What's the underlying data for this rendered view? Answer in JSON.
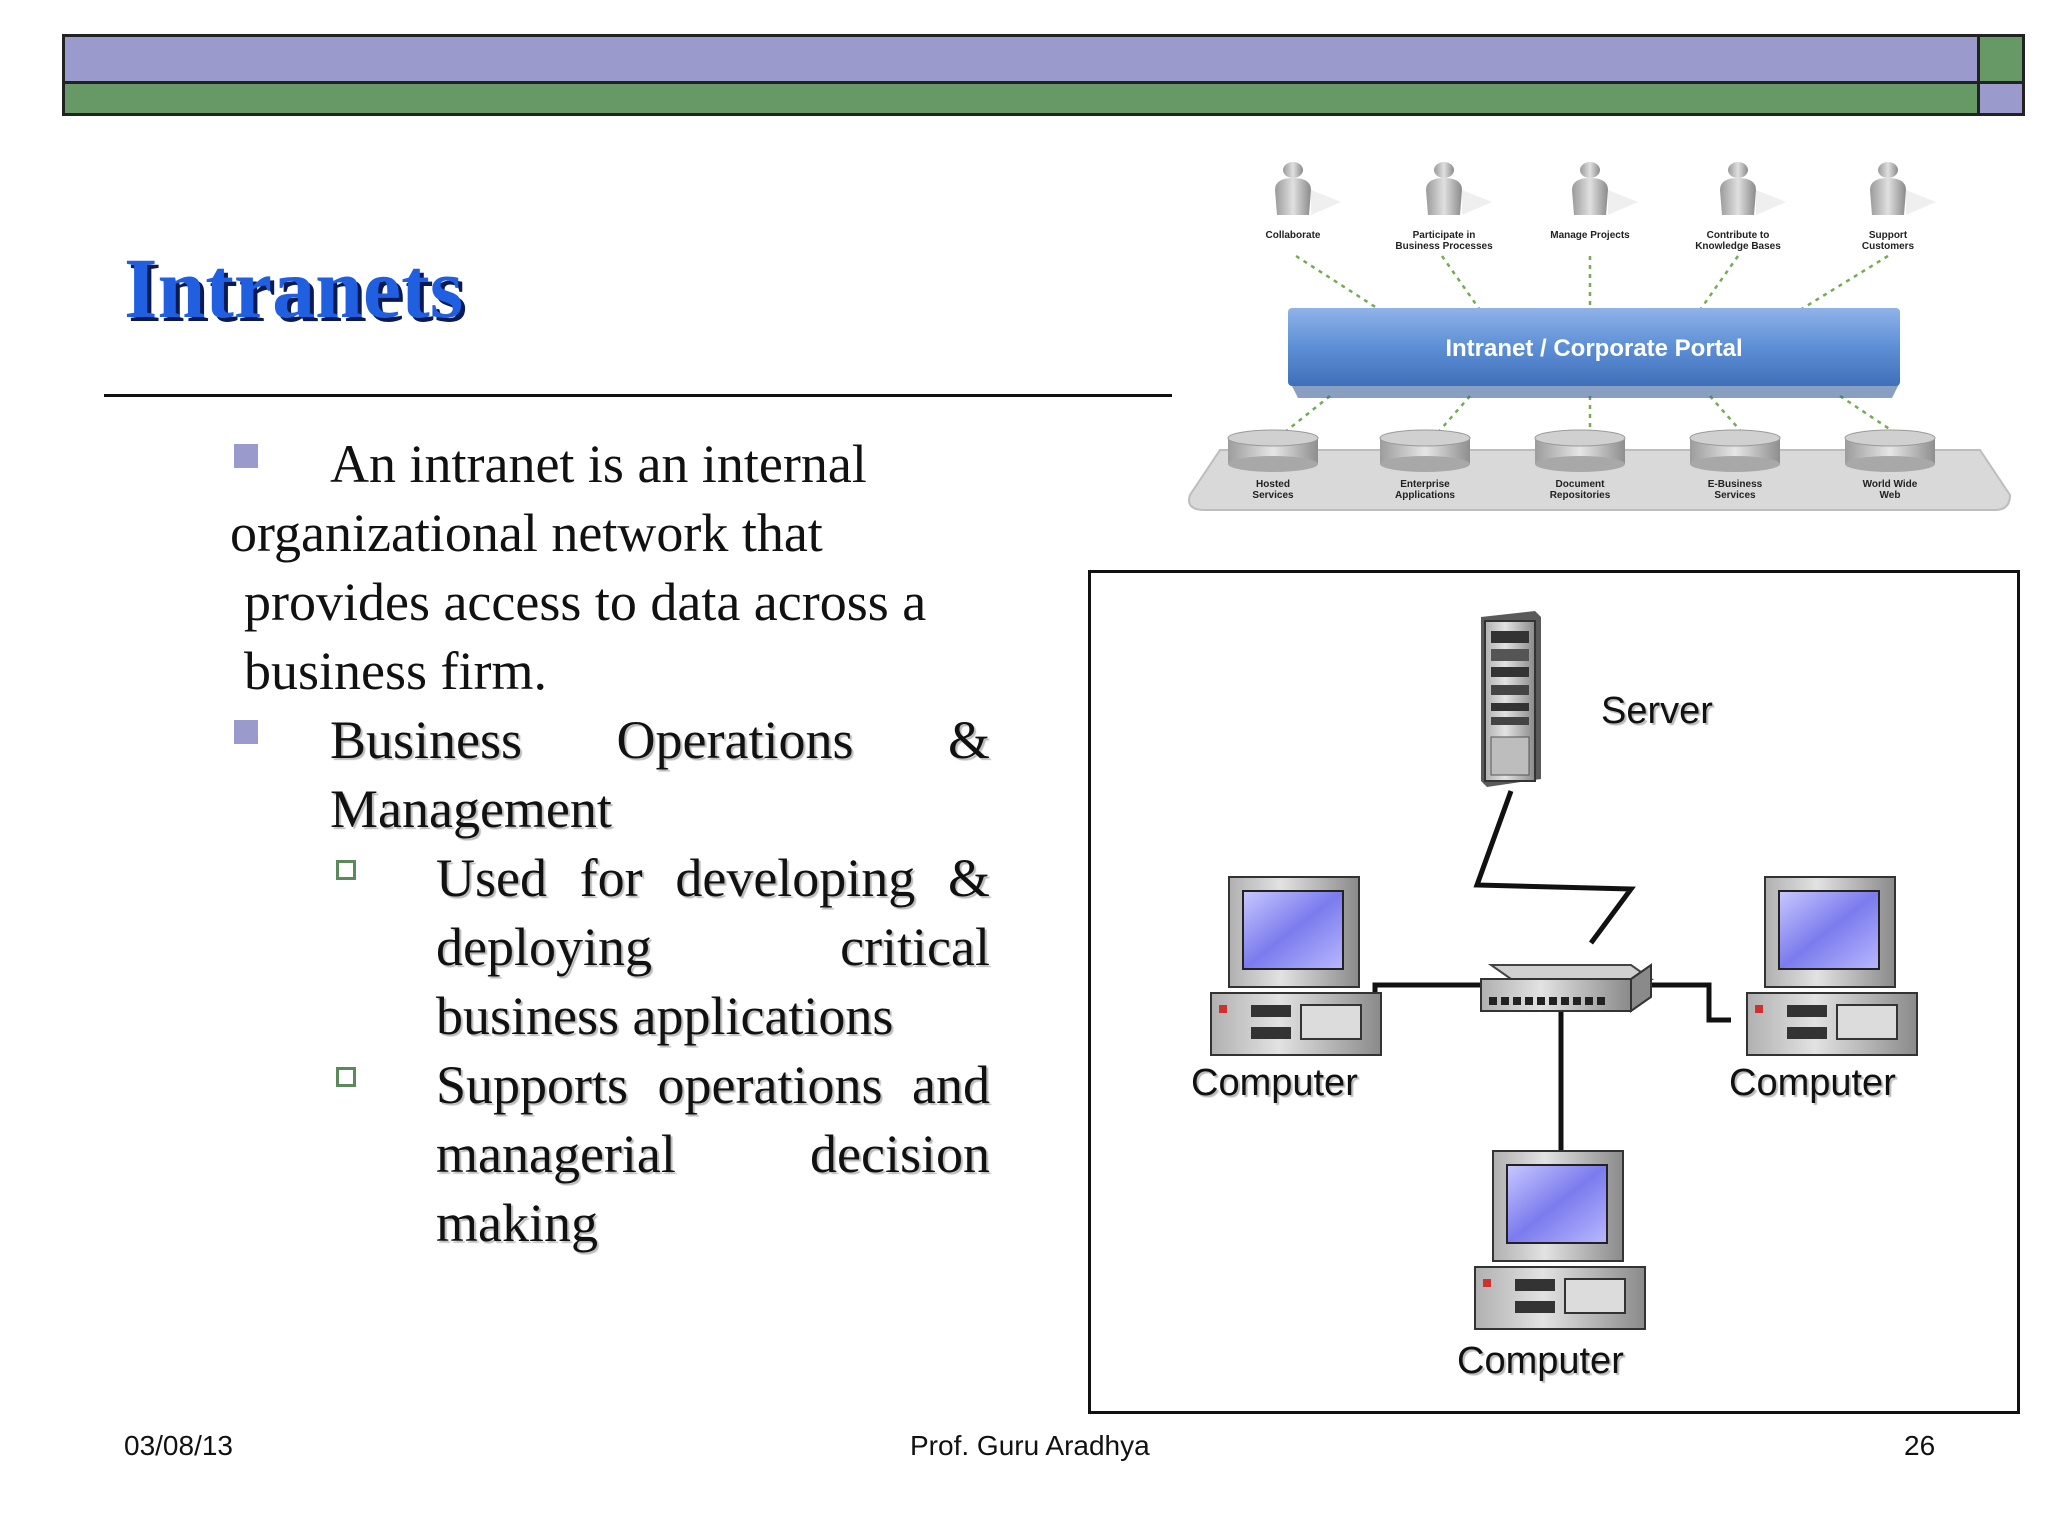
{
  "slide": {
    "title": "Intranets",
    "bullets": {
      "b1": {
        "l1": "An intranet is an internal",
        "l2": "organizational network that",
        "l3": "provides access to data across a",
        "l4": "business firm."
      },
      "b2": {
        "l1": "Business Operations &",
        "l2": "Management"
      },
      "s1": {
        "l1": "Used for developing &",
        "l2": "deploying critical",
        "l3": "business applications"
      },
      "s2": {
        "l1": "Supports operations and",
        "l2": "managerial decision",
        "l3": "making"
      }
    }
  },
  "portal_diagram": {
    "bar_label": "Intranet / Corporate Portal",
    "users": [
      {
        "l1": "Collaborate",
        "l2": ""
      },
      {
        "l1": "Participate in",
        "l2": "Business Processes"
      },
      {
        "l1": "Manage Projects",
        "l2": ""
      },
      {
        "l1": "Contribute to",
        "l2": "Knowledge Bases"
      },
      {
        "l1": "Support",
        "l2": "Customers"
      }
    ],
    "sources": [
      {
        "l1": "Hosted",
        "l2": "Services"
      },
      {
        "l1": "Enterprise",
        "l2": "Applications"
      },
      {
        "l1": "Document",
        "l2": "Repositories"
      },
      {
        "l1": "E-Business",
        "l2": "Services"
      },
      {
        "l1": "World Wide",
        "l2": "Web"
      }
    ]
  },
  "network_diagram": {
    "server_label": "Server",
    "computer_left": "Computer",
    "computer_right": "Computer",
    "computer_bottom": "Computer"
  },
  "footer": {
    "date": "03/08/13",
    "author": "Prof. Guru Aradhya",
    "page": "26"
  },
  "colors": {
    "band_purple": "#9a9acc",
    "band_green": "#669966",
    "title_blue": "#1f5fe0"
  }
}
